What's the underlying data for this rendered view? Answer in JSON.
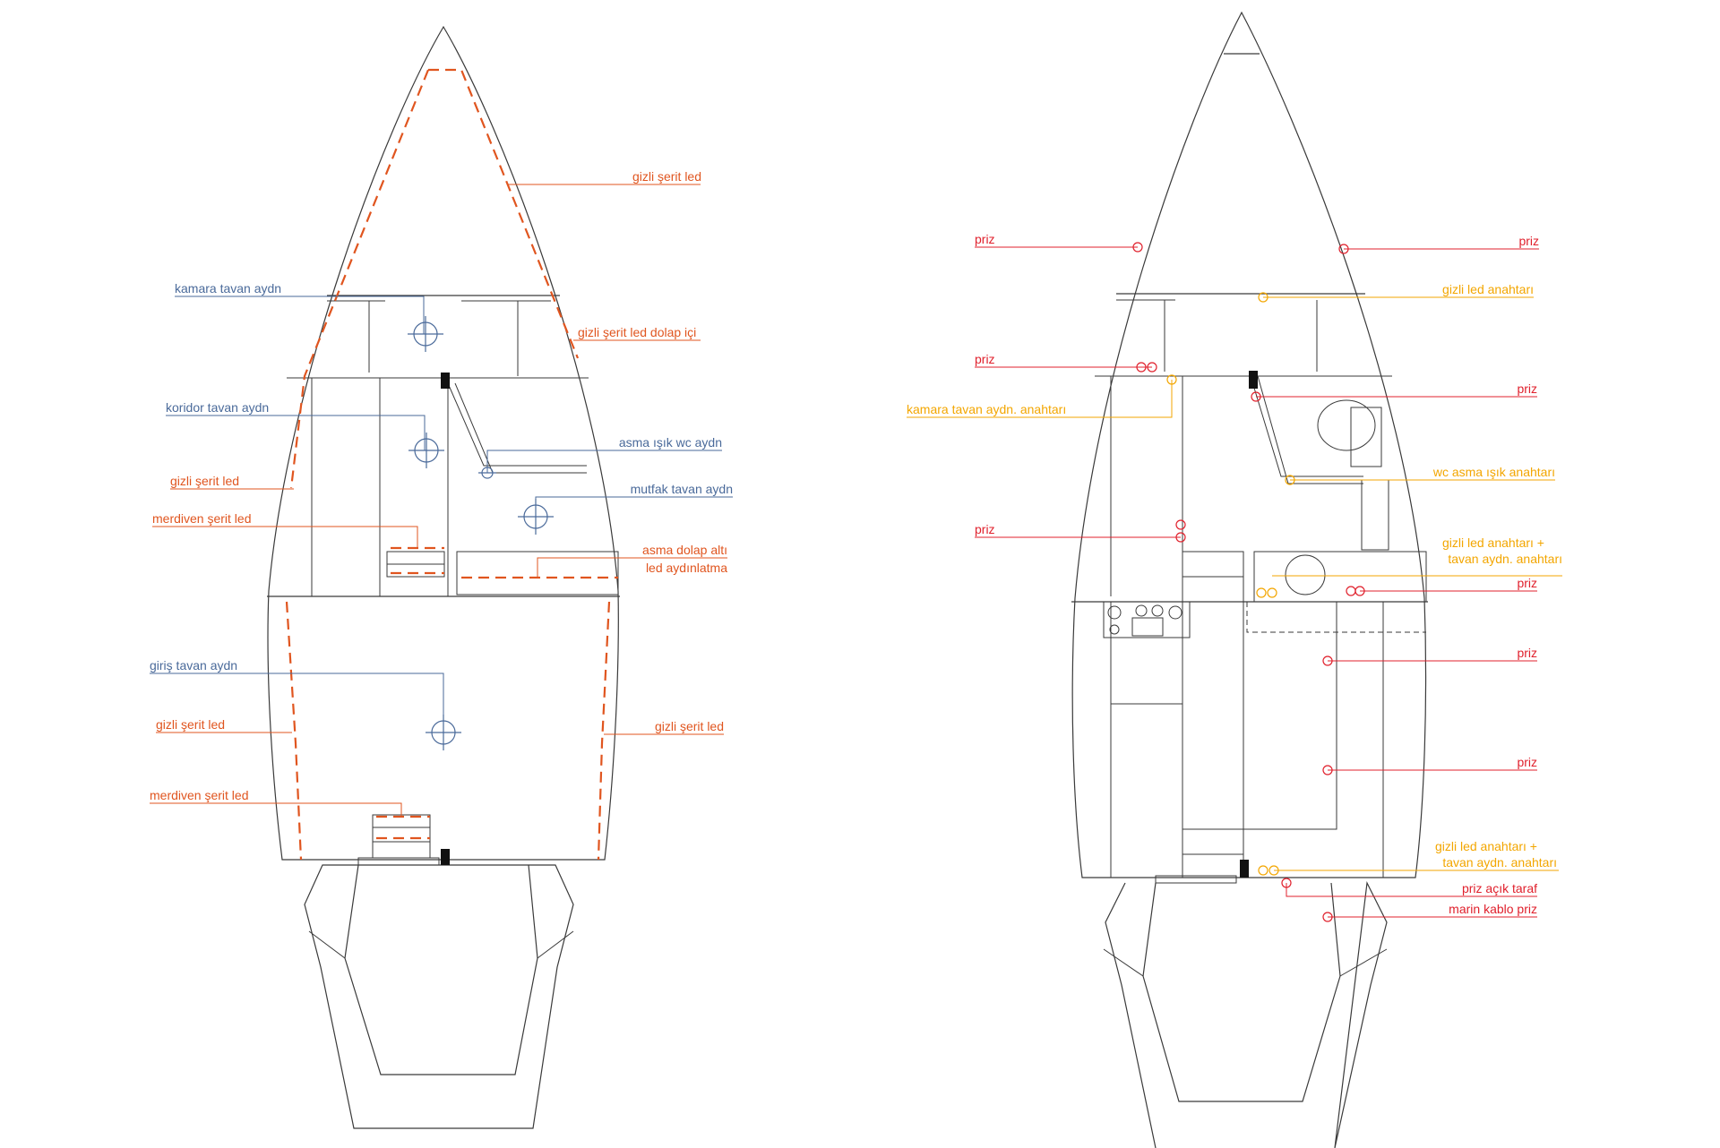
{
  "colors": {
    "lighting_blue": "#4a6a9a",
    "led_orange": "#e0551f",
    "socket_red": "#e0202c",
    "switch_yellow": "#f3a600",
    "outline": "#3a3a3a"
  },
  "lighting_plan": {
    "labels": [
      {
        "id": "l1",
        "text": "gizli şerit led",
        "kind": "led"
      },
      {
        "id": "l2",
        "text": "kamara tavan aydn",
        "kind": "light"
      },
      {
        "id": "l3",
        "text": "gizli şerit led dolap içi",
        "kind": "led"
      },
      {
        "id": "l4",
        "text": "koridor tavan aydn",
        "kind": "light"
      },
      {
        "id": "l5",
        "text": "asma ışık wc aydn",
        "kind": "light"
      },
      {
        "id": "l6",
        "text": "gizli şerit led",
        "kind": "led"
      },
      {
        "id": "l7",
        "text": "mutfak tavan aydn",
        "kind": "light"
      },
      {
        "id": "l8",
        "text": "merdiven şerit led",
        "kind": "led"
      },
      {
        "id": "l9",
        "text": "asma dolap altı",
        "kind": "led"
      },
      {
        "id": "l10",
        "text": "led aydınlatma",
        "kind": "led"
      },
      {
        "id": "l11",
        "text": "giriş tavan aydn",
        "kind": "light"
      },
      {
        "id": "l12",
        "text": "gizli şerit led",
        "kind": "led"
      },
      {
        "id": "l13",
        "text": "gizli şerit led",
        "kind": "led"
      },
      {
        "id": "l14",
        "text": "merdiven şerit led",
        "kind": "led"
      }
    ]
  },
  "electrical_plan": {
    "labels": [
      {
        "id": "e1",
        "text": "priz",
        "kind": "socket"
      },
      {
        "id": "e2",
        "text": "priz",
        "kind": "socket"
      },
      {
        "id": "e3",
        "text": "gizli led anahtarı",
        "kind": "switch"
      },
      {
        "id": "e4",
        "text": "priz",
        "kind": "socket"
      },
      {
        "id": "e5",
        "text": "priz",
        "kind": "socket"
      },
      {
        "id": "e6",
        "text": "kamara tavan aydn. anahtarı",
        "kind": "switch"
      },
      {
        "id": "e7",
        "text": "wc asma ışık anahtarı",
        "kind": "switch"
      },
      {
        "id": "e8",
        "text": "priz",
        "kind": "socket"
      },
      {
        "id": "e9",
        "text": "gizli led anahtarı +",
        "kind": "switch"
      },
      {
        "id": "e10",
        "text": "tavan aydn. anahtarı",
        "kind": "switch"
      },
      {
        "id": "e11",
        "text": "priz",
        "kind": "socket"
      },
      {
        "id": "e12",
        "text": "priz",
        "kind": "socket"
      },
      {
        "id": "e13",
        "text": "priz",
        "kind": "socket"
      },
      {
        "id": "e14",
        "text": "gizli led anahtarı +",
        "kind": "switch"
      },
      {
        "id": "e15",
        "text": "tavan aydn. anahtarı",
        "kind": "switch"
      },
      {
        "id": "e16",
        "text": "priz açık taraf",
        "kind": "socket"
      },
      {
        "id": "e17",
        "text": "marin kablo priz",
        "kind": "socket"
      }
    ]
  }
}
